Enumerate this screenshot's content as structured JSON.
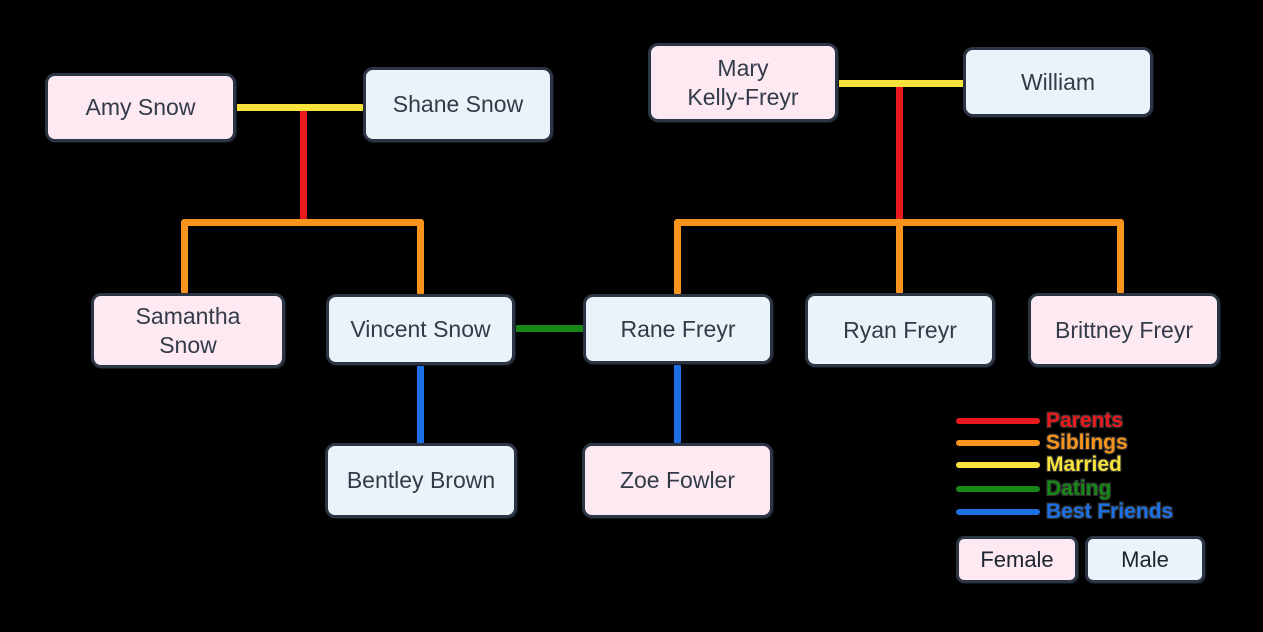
{
  "diagram_type": "family-tree",
  "nodes": [
    {
      "id": "amy-snow",
      "label": "Amy Snow",
      "gender": "female"
    },
    {
      "id": "shane-snow",
      "label": "Shane Snow",
      "gender": "male"
    },
    {
      "id": "mary-kelly-freyr",
      "label": "Mary\nKelly-Freyr",
      "gender": "female"
    },
    {
      "id": "william",
      "label": "William",
      "gender": "male"
    },
    {
      "id": "samantha-snow",
      "label": "Samantha\nSnow",
      "gender": "female"
    },
    {
      "id": "vincent-snow",
      "label": "Vincent Snow",
      "gender": "male"
    },
    {
      "id": "rane-freyr",
      "label": "Rane Freyr",
      "gender": "male"
    },
    {
      "id": "ryan-freyr",
      "label": "Ryan Freyr",
      "gender": "male"
    },
    {
      "id": "brittney-freyr",
      "label": "Brittney Freyr",
      "gender": "female"
    },
    {
      "id": "bentley-brown",
      "label": "Bentley Brown",
      "gender": "male"
    },
    {
      "id": "zoe-fowler",
      "label": "Zoe Fowler",
      "gender": "female"
    }
  ],
  "edges": [
    {
      "from": "Amy Snow",
      "to": "Shane Snow",
      "relationship": "Married"
    },
    {
      "from": "Amy Snow + Shane Snow",
      "to": "Samantha Snow, Vincent Snow",
      "relationship": "Parents"
    },
    {
      "from": "Samantha Snow",
      "to": "Vincent Snow",
      "relationship": "Siblings"
    },
    {
      "from": "Mary Kelly-Freyr",
      "to": "William",
      "relationship": "Married"
    },
    {
      "from": "Mary Kelly-Freyr + William",
      "to": "Rane Freyr, Ryan Freyr, Brittney Freyr",
      "relationship": "Parents"
    },
    {
      "from": "Rane Freyr",
      "to": "Ryan Freyr, Brittney Freyr",
      "relationship": "Siblings"
    },
    {
      "from": "Vincent Snow",
      "to": "Rane Freyr",
      "relationship": "Dating"
    },
    {
      "from": "Vincent Snow",
      "to": "Bentley Brown",
      "relationship": "Best Friends"
    },
    {
      "from": "Rane Freyr",
      "to": "Zoe Fowler",
      "relationship": "Best Friends"
    }
  ],
  "legend": {
    "relationships": [
      {
        "label": "Parents",
        "color": "#e91a1e"
      },
      {
        "label": "Siblings",
        "color": "#f7941e"
      },
      {
        "label": "Married",
        "color": "#f8e23c"
      },
      {
        "label": "Dating",
        "color": "#178717"
      },
      {
        "label": "Best Friends",
        "color": "#1d70e3"
      }
    ],
    "genders": [
      {
        "label": "Female",
        "color": "#fce9f2"
      },
      {
        "label": "Male",
        "color": "#ebf2f9"
      }
    ]
  },
  "colors": {
    "background": "#000000",
    "node_border": "#2b3544",
    "node_text": "#333b49",
    "female_fill": "#fce9f2",
    "male_fill": "#ebf2f9"
  }
}
